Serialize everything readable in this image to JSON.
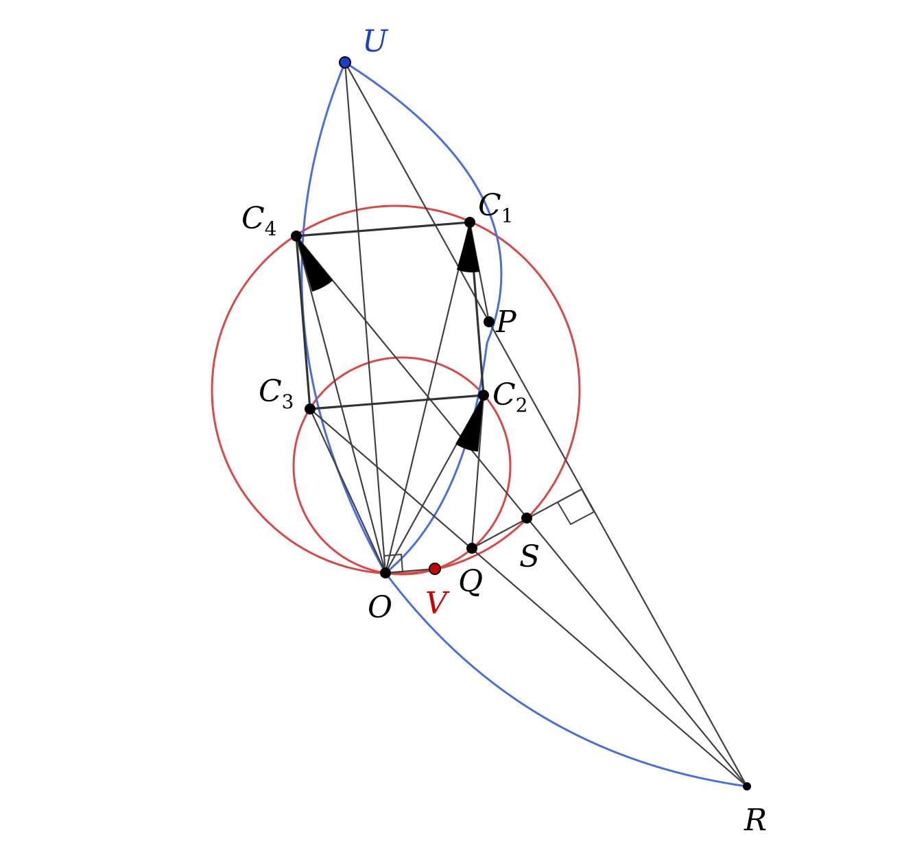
{
  "colors": {
    "blue_arc": "#4a6fd8",
    "red_circle": "#d94848",
    "segment": "#404040",
    "point": "#000000",
    "point_U": "#1a3fcc",
    "point_V": "#cc0000"
  },
  "points": {
    "U": {
      "letter": "U",
      "sub": ""
    },
    "V": {
      "letter": "V",
      "sub": ""
    },
    "C1": {
      "letter": "C",
      "sub": "1"
    },
    "C2": {
      "letter": "C",
      "sub": "2"
    },
    "C3": {
      "letter": "C",
      "sub": "3"
    },
    "C4": {
      "letter": "C",
      "sub": "4"
    },
    "P": {
      "letter": "P",
      "sub": ""
    },
    "Q": {
      "letter": "Q",
      "sub": ""
    },
    "S": {
      "letter": "S",
      "sub": ""
    },
    "O": {
      "letter": "O",
      "sub": ""
    },
    "R": {
      "letter": "R",
      "sub": ""
    }
  }
}
